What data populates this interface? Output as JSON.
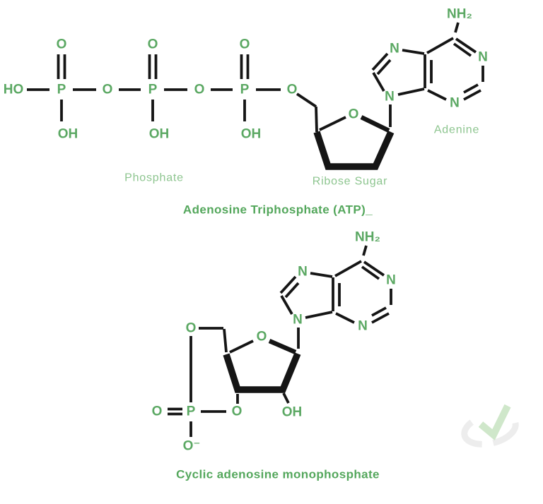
{
  "palette": {
    "background": "#ffffff",
    "atom_green": "#5ba863",
    "caption_green": "#8dc58f",
    "title_green": "#54a75c",
    "bond_black": "#151515",
    "watermark_gray": "#ededed",
    "watermark_green": "#cfe7ca"
  },
  "atoms": {
    "P": "P",
    "O": "O",
    "N": "N",
    "OH": "OH",
    "HO": "HO",
    "NH2": "NH₂",
    "O_MINUS": "O⁻"
  },
  "atp": {
    "title": "Adenosine Triphosphate (ATP)_",
    "phosphate_label": "Phosphate",
    "ribose_label": "Ribose Sugar",
    "adenine_label": "Adenine"
  },
  "camp": {
    "title": "Cyclic adenosine monophosphate"
  },
  "watermark": {
    "icon": "checkmark-logo"
  }
}
